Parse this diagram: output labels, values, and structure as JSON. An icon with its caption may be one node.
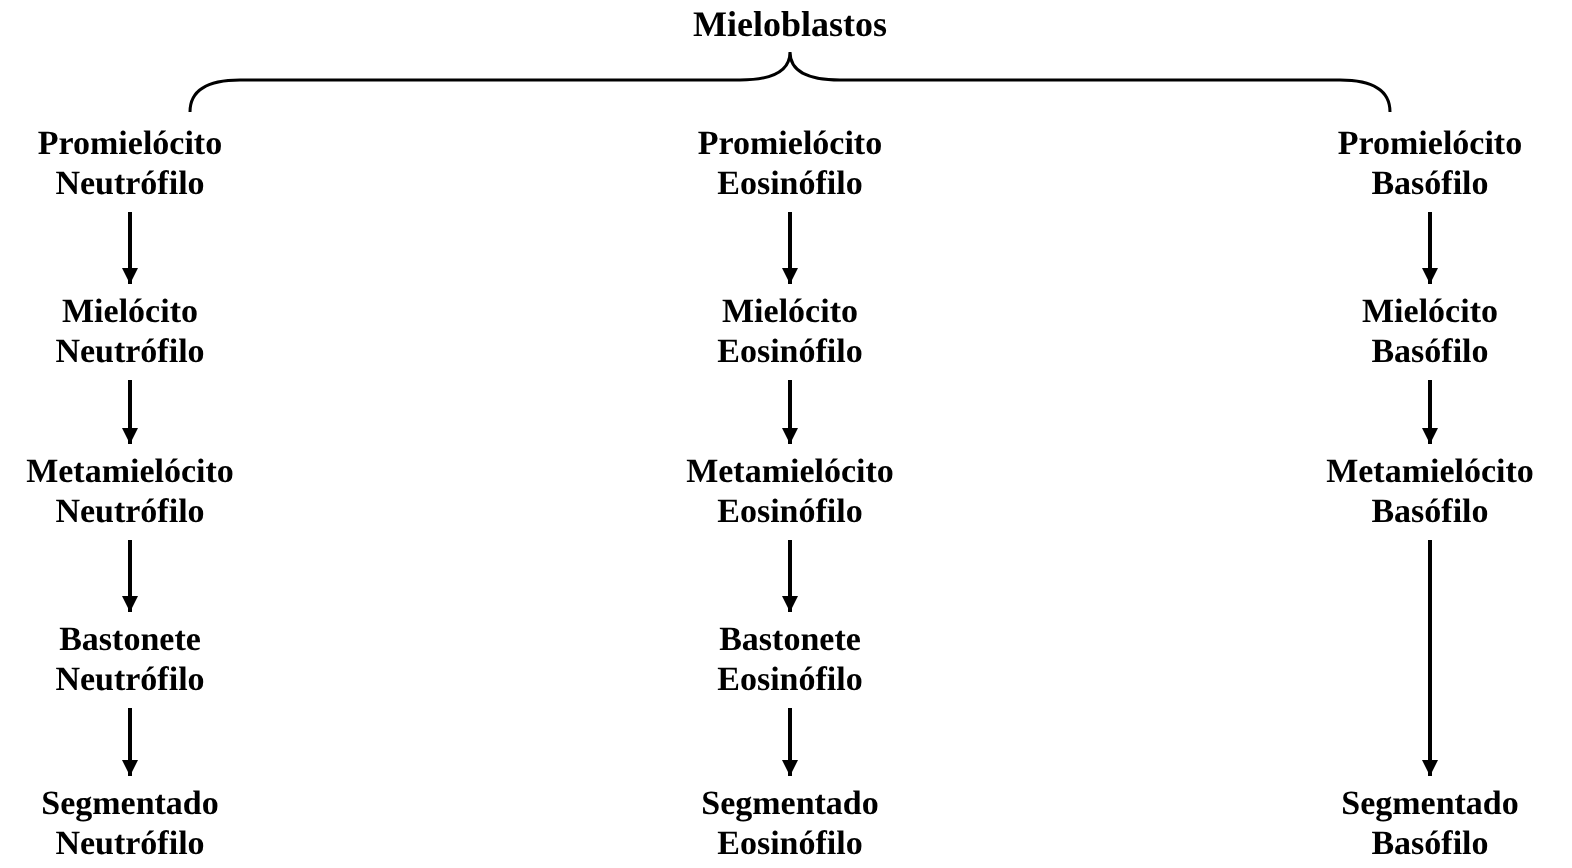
{
  "diagram": {
    "nodes": [
      {
        "text": [
          "Mieloblastos"
        ]
      },
      {
        "text": [
          "Promielócito Neutrófilo"
        ]
      },
      {
        "text": [
          "Promielócito Eosinófilo"
        ]
      },
      {
        "text": [
          "Promielócito Basófilo"
        ]
      },
      {
        "text": [
          "Mielócito Neutrófilo"
        ]
      },
      {
        "text": [
          "Mielócito Eosinófilo"
        ]
      },
      {
        "text": [
          "Mielócito Basófilo"
        ]
      },
      {
        "text": [
          "Metamielócito Neutrófilo"
        ]
      },
      {
        "text": [
          "Metamielócito Eosinófilo"
        ]
      },
      {
        "text": [
          "Metamielócito Basófilo"
        ]
      },
      {
        "text": [
          "Bastonete Neutrófilo"
        ]
      },
      {
        "text": [
          "Bastonete Eosinófilo"
        ]
      },
      {
        "text": [
          "Segmentado Neutrófilo"
        ]
      },
      {
        "text": [
          "Segmentado Eosinófilo"
        ]
      },
      {
        "text": [
          "Segmentado Basófilo"
        ]
      }
    ],
    "edges": [
      {
        "from": 1,
        "to": 4,
        "arrow": "to"
      },
      {
        "from": 4,
        "to": 7,
        "arrow": "to"
      },
      {
        "from": 7,
        "to": 10,
        "arrow": "to"
      },
      {
        "from": 10,
        "to": 12,
        "arrow": "to"
      },
      {
        "from": 2,
        "to": 5,
        "arrow": "to"
      },
      {
        "from": 5,
        "to": 8,
        "arrow": "to"
      },
      {
        "from": 8,
        "to": 11,
        "arrow": "to"
      },
      {
        "from": 11,
        "to": 13,
        "arrow": "to"
      },
      {
        "from": 3,
        "to": 6,
        "arrow": "to"
      },
      {
        "from": 6,
        "to": 9,
        "arrow": "to"
      },
      {
        "from": 9,
        "to": 14,
        "arrow": "to"
      }
    ]
  }
}
